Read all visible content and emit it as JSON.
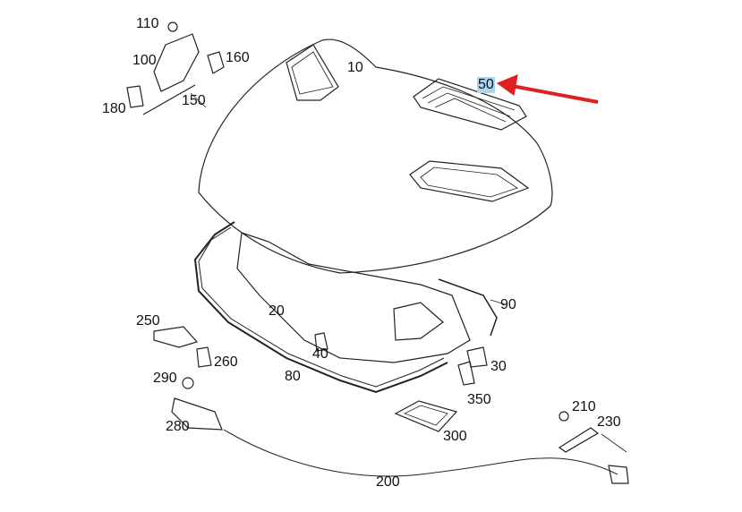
{
  "diagram": {
    "highlight_color": "#a9d6f2",
    "arrow_color": "#e02020",
    "highlighted_part": "50",
    "labels": [
      {
        "id": "110",
        "text": "110"
      },
      {
        "id": "100",
        "text": "100"
      },
      {
        "id": "160",
        "text": "160"
      },
      {
        "id": "180",
        "text": "180"
      },
      {
        "id": "150",
        "text": "150"
      },
      {
        "id": "10",
        "text": "10"
      },
      {
        "id": "50",
        "text": "50"
      },
      {
        "id": "250",
        "text": "250"
      },
      {
        "id": "20",
        "text": "20"
      },
      {
        "id": "90",
        "text": "90"
      },
      {
        "id": "260",
        "text": "260"
      },
      {
        "id": "40",
        "text": "40"
      },
      {
        "id": "30",
        "text": "30"
      },
      {
        "id": "290",
        "text": "290"
      },
      {
        "id": "80",
        "text": "80"
      },
      {
        "id": "350",
        "text": "350"
      },
      {
        "id": "280",
        "text": "280"
      },
      {
        "id": "210",
        "text": "210"
      },
      {
        "id": "230",
        "text": "230"
      },
      {
        "id": "300",
        "text": "300"
      },
      {
        "id": "200",
        "text": "200"
      }
    ]
  }
}
